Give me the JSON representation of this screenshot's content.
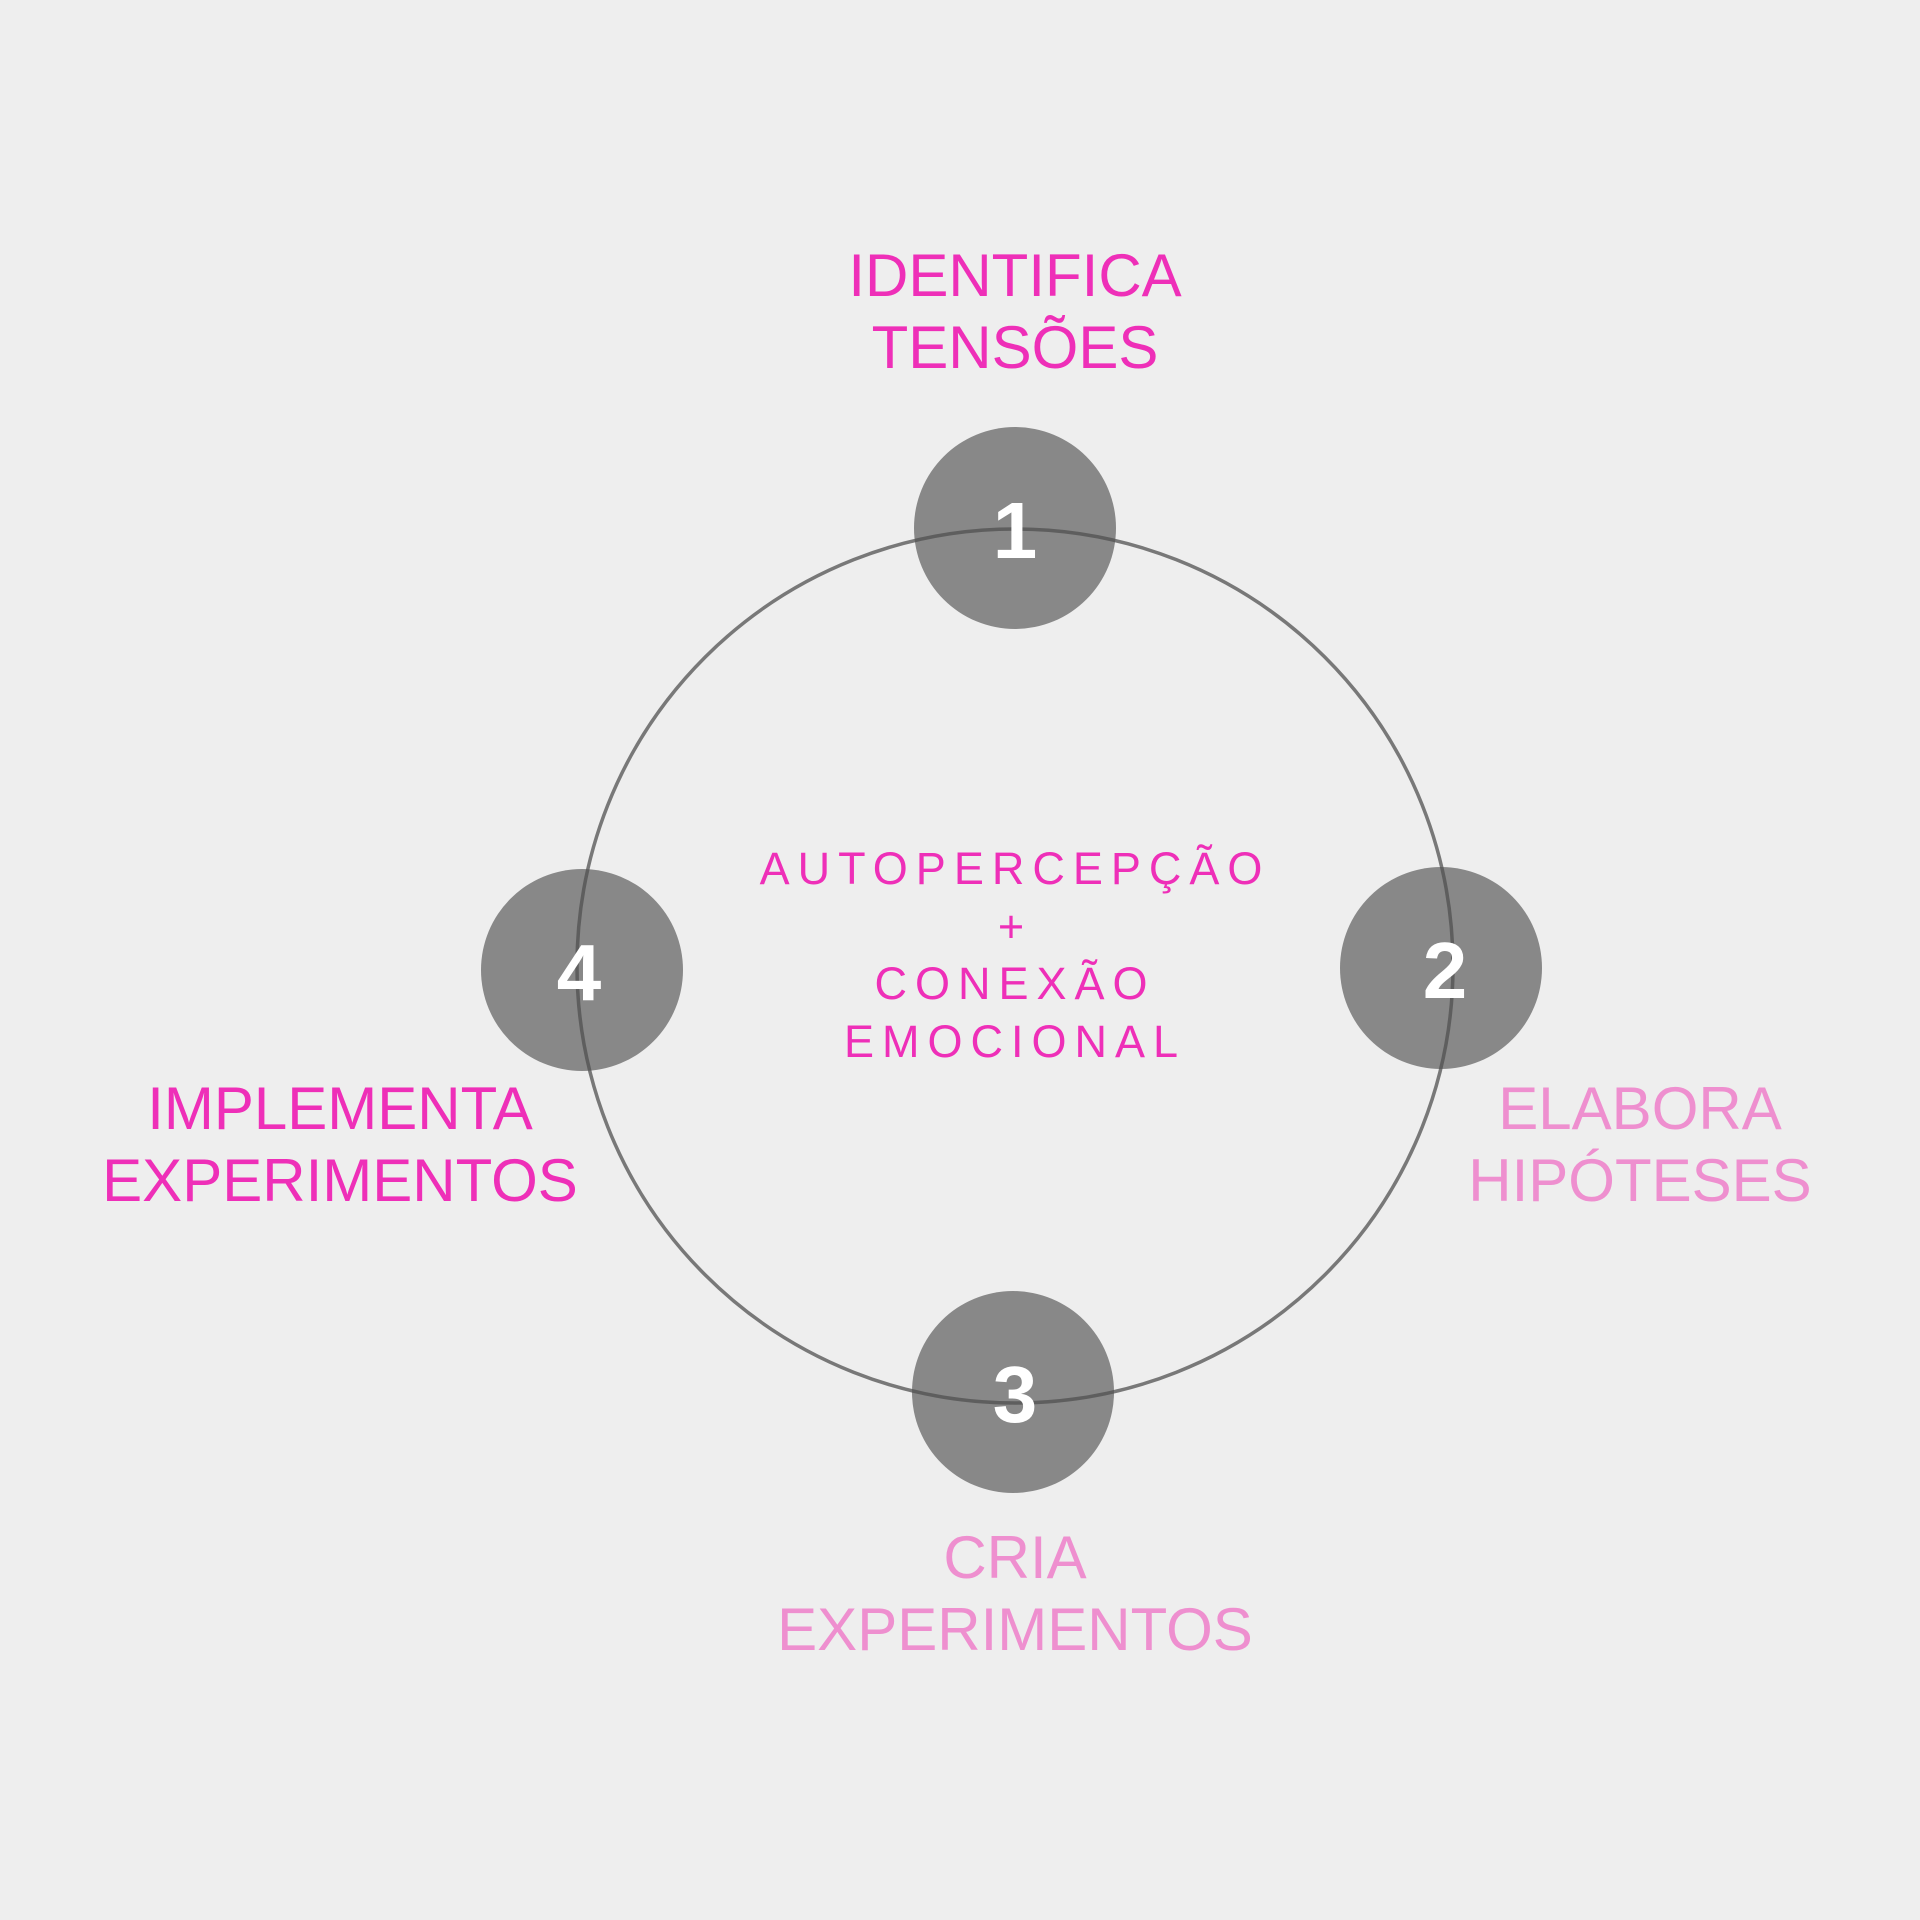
{
  "colors": {
    "background": "#eeeeee",
    "node_fill": "#888888",
    "ring_stroke": "#707070",
    "number_text": "#ffffff",
    "accent_strong": "#ee2fb8",
    "accent_light": "#ee8fcf"
  },
  "center": {
    "line1": "AUTOPERCEPÇÃO",
    "line2": "+",
    "line3": "CONEXÃO",
    "line4": "EMOCIONAL"
  },
  "steps": [
    {
      "number": "1",
      "line1": "IDENTIFICA",
      "line2": "TENSÕES",
      "color": "#ee2fb8"
    },
    {
      "number": "2",
      "line1": "ELABORA",
      "line2": "HIPÓTESES",
      "color": "#ee8fcf"
    },
    {
      "number": "3",
      "line1": "CRIA",
      "line2": "EXPERIMENTOS",
      "color": "#ee8fcf"
    },
    {
      "number": "4",
      "line1": "IMPLEMENTA",
      "line2": "EXPERIMENTOS",
      "color": "#ee2fb8"
    }
  ]
}
